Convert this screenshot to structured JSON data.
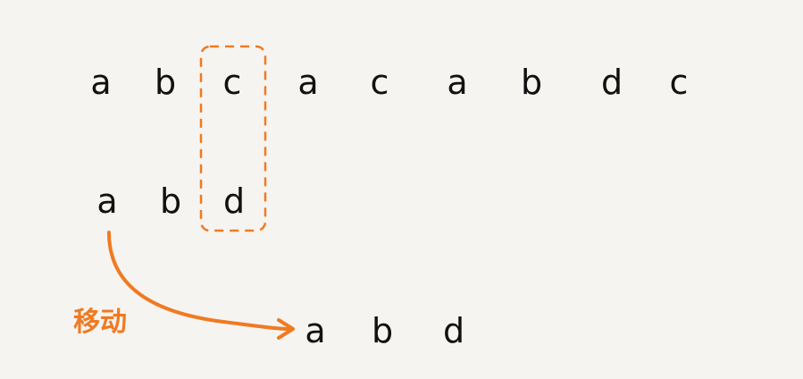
{
  "colors": {
    "background": "#f5f4f0",
    "text": "#111111",
    "accent": "#f07a22"
  },
  "main_string": [
    "a",
    "b",
    "c",
    "a",
    "c",
    "a",
    "b",
    "d",
    "c"
  ],
  "pattern_string": [
    "a",
    "b",
    "d"
  ],
  "moved_pattern_string": [
    "a",
    "b",
    "d"
  ],
  "move_label": "移动",
  "highlight": {
    "main_index": 2,
    "pattern_index": 2
  }
}
